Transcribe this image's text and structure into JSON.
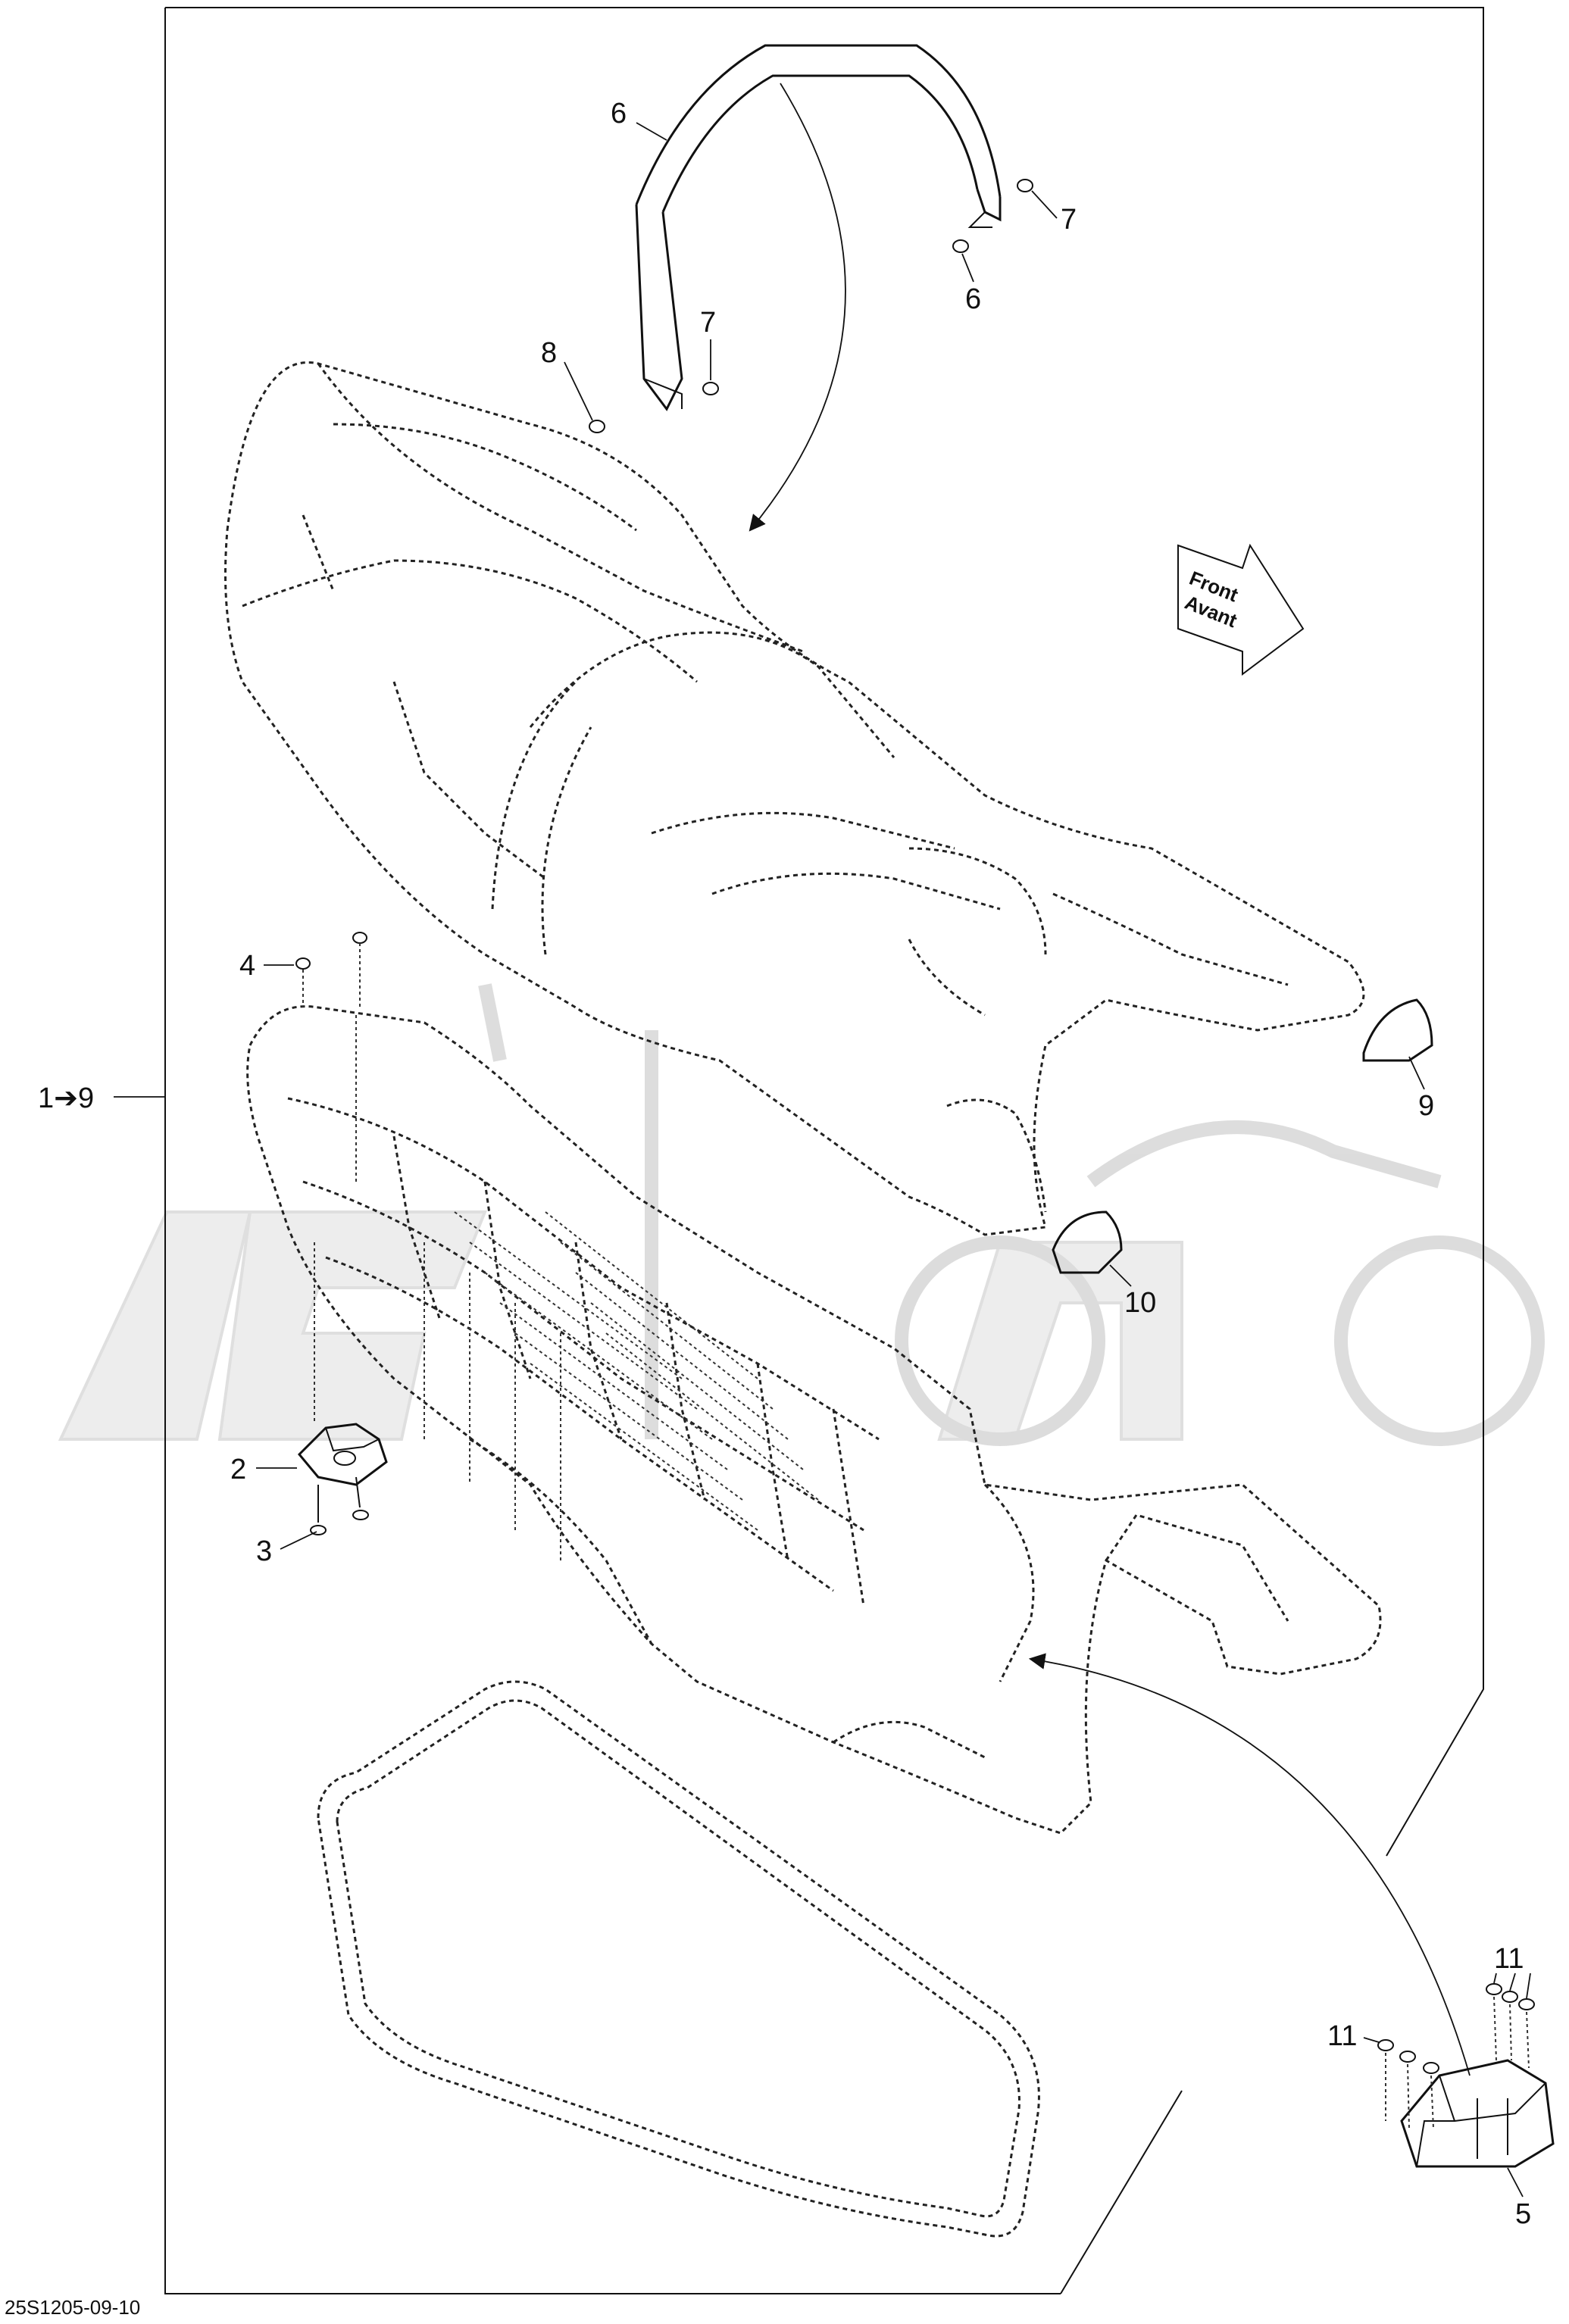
{
  "diagram": {
    "drawing_code": "25S1205-09-10",
    "range_label": "1➔9",
    "direction_arrow": {
      "line1": "Front",
      "line2": "Avant"
    },
    "callouts": [
      "2",
      "3",
      "4",
      "5",
      "6",
      "6",
      "7",
      "7",
      "8",
      "9",
      "10",
      "11",
      "11"
    ]
  }
}
